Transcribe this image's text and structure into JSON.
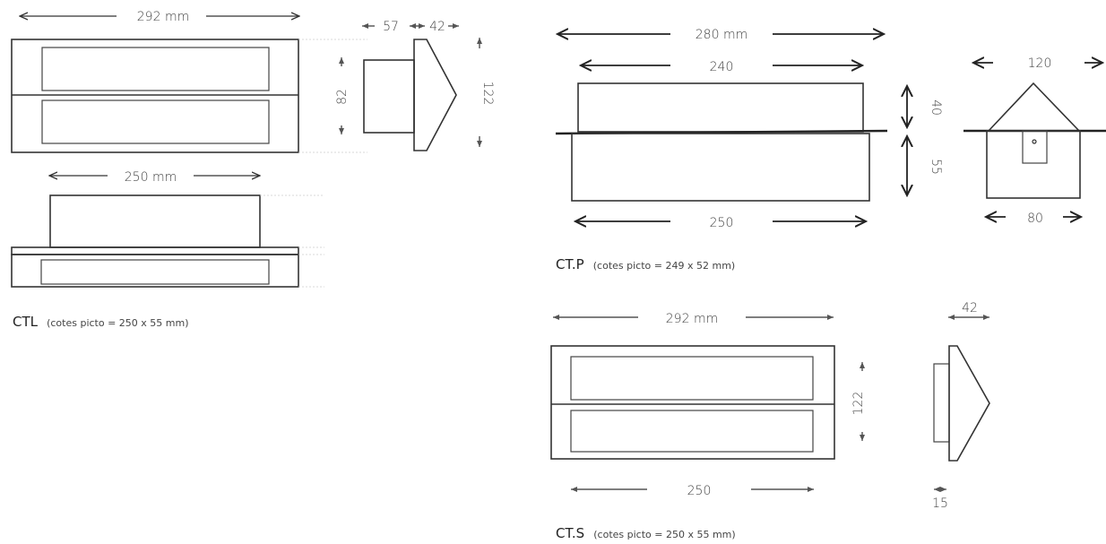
{
  "ctl": {
    "front_width": "292 mm",
    "side_depth_body": "57",
    "side_depth_nose": "42",
    "side_height_body": "82",
    "side_height_total": "122",
    "bottom_width": "250 mm",
    "caption_name": "CTL",
    "caption_note": "(cotes picto = 250 x 55 mm)"
  },
  "ctp": {
    "overall_width": "280 mm",
    "top_width": "240",
    "height_top": "40",
    "height_bottom": "55",
    "bottom_width": "250",
    "side_width_top": "120",
    "side_width_bottom": "80",
    "caption_name": "CT.P",
    "caption_note": "(cotes picto = 249 x 52 mm)"
  },
  "cts": {
    "front_width": "292 mm",
    "front_height": "122",
    "bottom_width": "250",
    "side_depth": "42",
    "side_plate": "15",
    "caption_name": "CT.S",
    "caption_note": "(cotes picto = 250 x 55 mm)"
  }
}
